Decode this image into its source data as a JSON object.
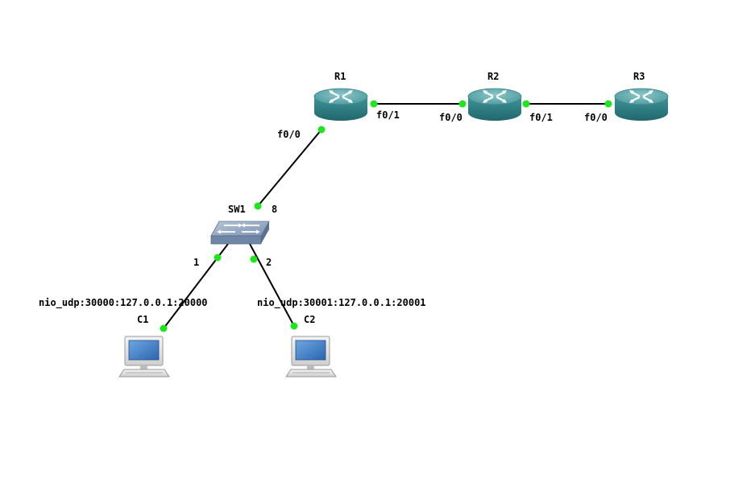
{
  "colors": {
    "link": "#000000",
    "port_up": "#1fe51f",
    "router_top": "#5fa3a7",
    "router_side": "#2f7e83",
    "switch_body": "#8fa3bd",
    "pc_screen": "#3b7dc6"
  },
  "nodes": {
    "R1": {
      "label": "R1",
      "icon": "router-icon"
    },
    "R2": {
      "label": "R2",
      "icon": "router-icon"
    },
    "R3": {
      "label": "R3",
      "icon": "router-icon"
    },
    "SW1": {
      "label": "SW1",
      "icon": "ethernet-switch-icon"
    },
    "C1": {
      "label": "C1",
      "icon": "computer-icon",
      "nio": "nio_udp:30000:127.0.0.1:20000"
    },
    "C2": {
      "label": "C2",
      "icon": "computer-icon",
      "nio": "nio_udp:30001:127.0.0.1:20001"
    }
  },
  "links": [
    {
      "id": "r1-r2",
      "a": "R1",
      "a_port": "f0/1",
      "b": "R2",
      "b_port": "f0/0"
    },
    {
      "id": "r2-r3",
      "a": "R2",
      "a_port": "f0/1",
      "b": "R3",
      "b_port": "f0/0"
    },
    {
      "id": "r1-sw1",
      "a": "R1",
      "a_port": "f0/0",
      "b": "SW1",
      "b_port": "8"
    },
    {
      "id": "sw1-c1",
      "a": "SW1",
      "a_port": "1",
      "b": "C1",
      "b_port": ""
    },
    {
      "id": "sw1-c2",
      "a": "SW1",
      "a_port": "2",
      "b": "C2",
      "b_port": ""
    }
  ]
}
